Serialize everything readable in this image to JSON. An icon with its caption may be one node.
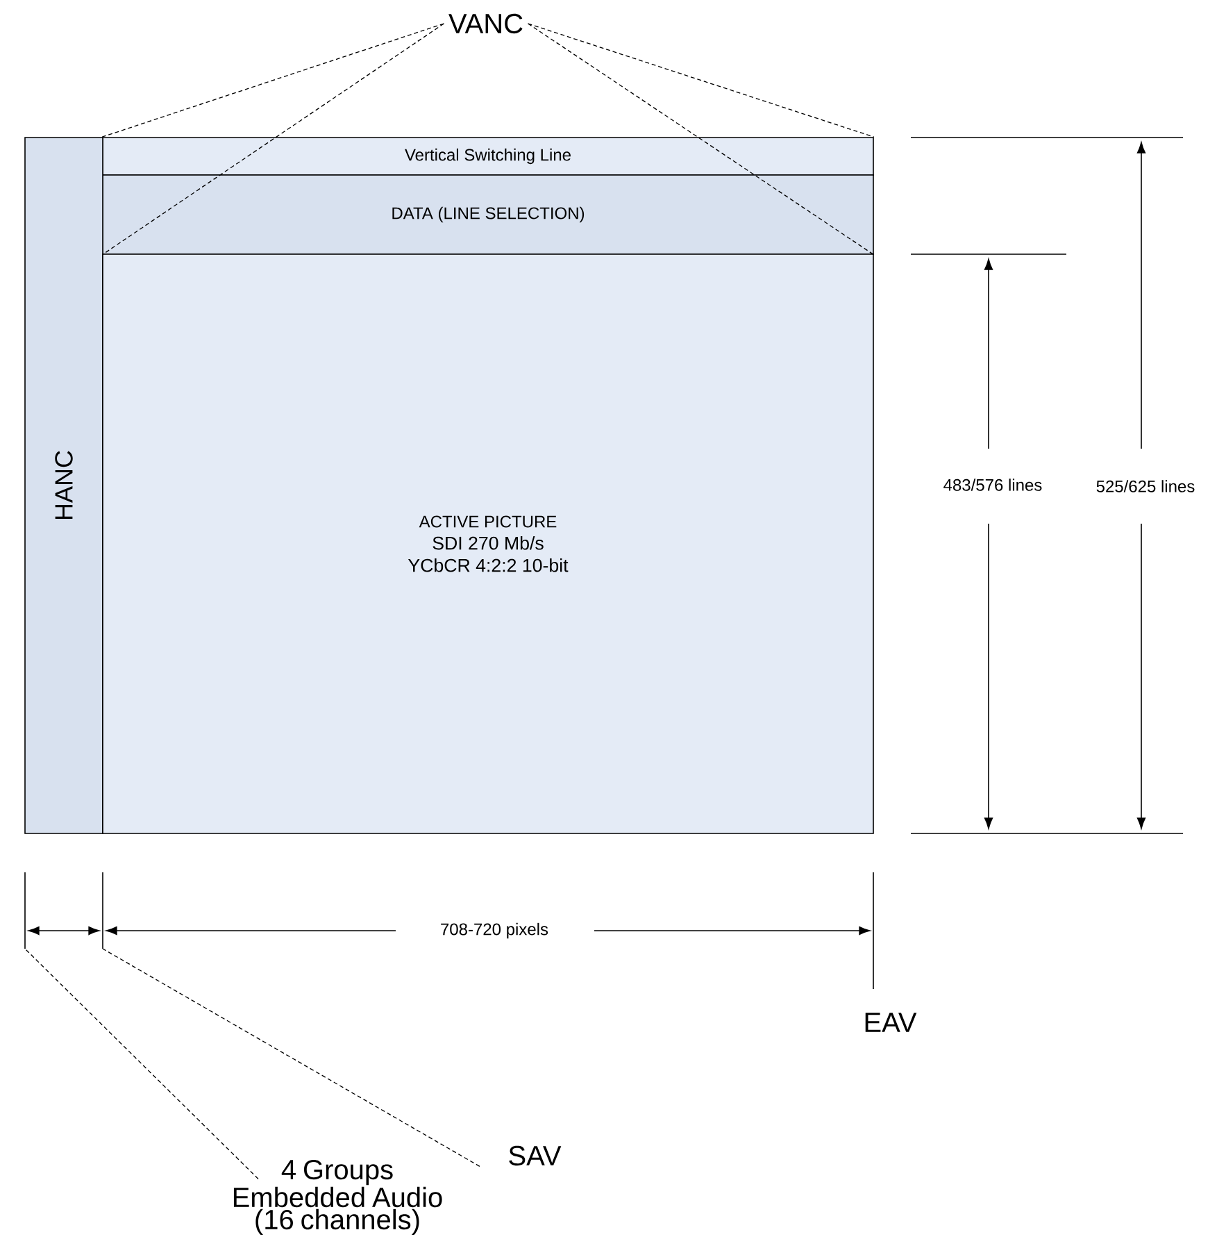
{
  "diagram": {
    "nodes": [
      {
        "text": [
          "VANC"
        ]
      },
      {
        "text": [
          "Vertical Switching Line"
        ]
      },
      {
        "text": [
          "DATA (LINE SELECTION)"
        ]
      },
      {
        "text": [
          "HANC"
        ]
      },
      {
        "text": [
          "ACTIVE PICTURE",
          "SDI 270 Mb/s",
          "YCbCR 4:2:2 10-bit"
        ]
      },
      {
        "text": [
          "4 Groups Embedded Audio (16 channels)"
        ]
      },
      {
        "text": [
          "SAV"
        ]
      }
    ],
    "edges": [
      {
        "from": 0,
        "to": 1,
        "arrow": "none",
        "style": "dashed"
      },
      {
        "from": 0,
        "to": 2,
        "arrow": "none",
        "style": "dashed"
      },
      {
        "from": 0,
        "to": 2,
        "arrow": "none",
        "style": "dashed"
      },
      {
        "from": 0,
        "to": 1,
        "arrow": "none",
        "style": "dashed"
      },
      {
        "from": 5,
        "to": null,
        "arrow": "none",
        "style": "dashed"
      },
      {
        "from": 6,
        "to": null,
        "arrow": "none",
        "style": "dashed"
      }
    ],
    "labels": [
      "483/576 lines",
      "525/625 lines",
      "708-720 pixels",
      "EAV"
    ]
  }
}
